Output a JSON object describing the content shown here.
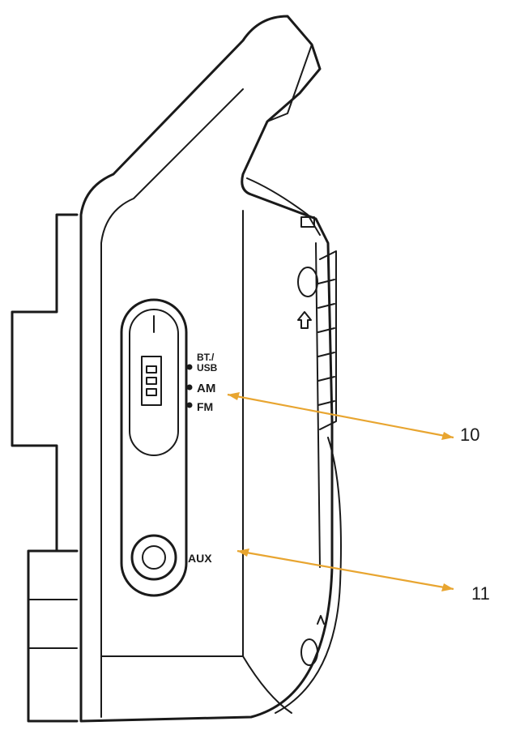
{
  "labels": {
    "bt_usb_line1": "BT./",
    "bt_usb_line2": "USB",
    "am": "AM",
    "fm": "FM",
    "aux": "AUX"
  },
  "callouts": [
    {
      "number": "10"
    },
    {
      "number": "11"
    }
  ],
  "colors": {
    "outline": "#1a1a1a",
    "callout_arrow": "#e8a530"
  }
}
